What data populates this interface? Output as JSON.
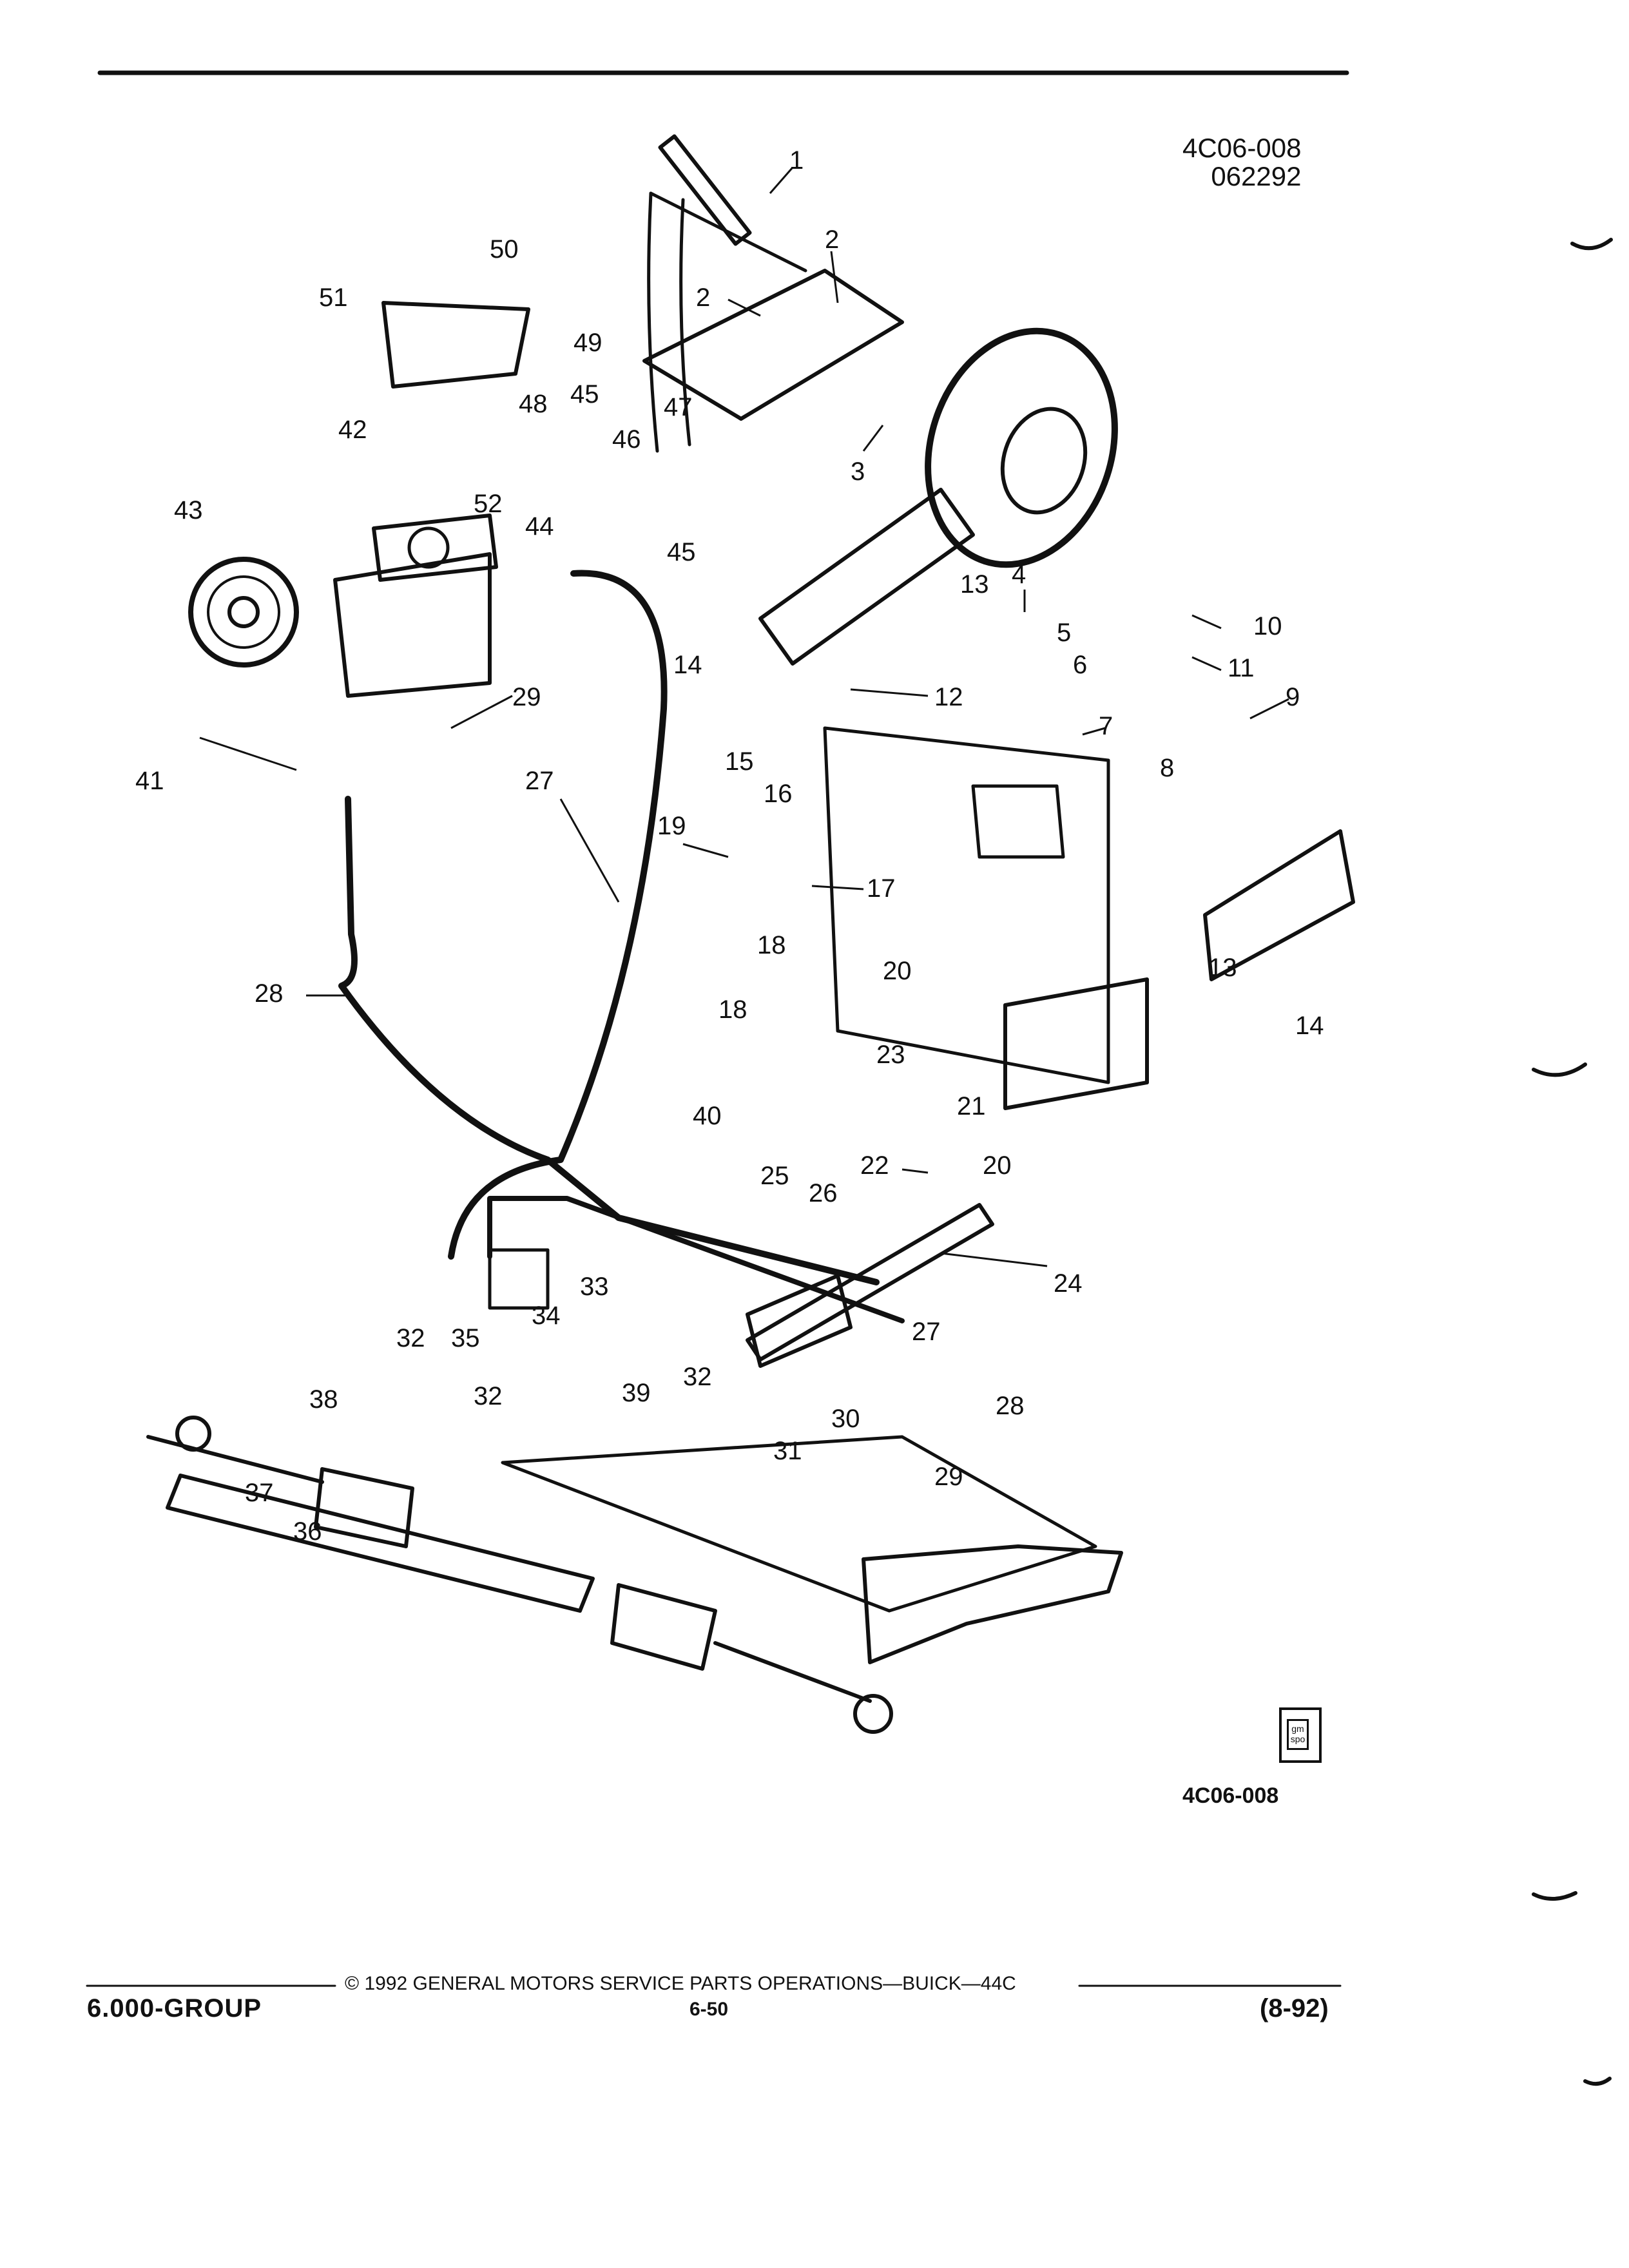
{
  "figure": {
    "id_top_line1": "4C06-008",
    "id_top_line2": "062292",
    "id_bottom": "4C06-008",
    "logo_text": "gm spo"
  },
  "footer": {
    "group": "6.000-GROUP",
    "copyright": "© 1992 GENERAL MOTORS SERVICE PARTS OPERATIONS—BUICK—44C",
    "page": "6-50",
    "date": "(8-92)"
  },
  "callouts": {
    "c1": "1",
    "c2a": "2",
    "c2b": "2",
    "c3": "3",
    "c4": "4",
    "c5": "5",
    "c6": "6",
    "c7": "7",
    "c8": "8",
    "c9": "9",
    "c10": "10",
    "c11": "11",
    "c12": "12",
    "c13a": "13",
    "c13b": "13",
    "c14a": "14",
    "c14b": "14",
    "c15": "15",
    "c16": "16",
    "c17": "17",
    "c18a": "18",
    "c18b": "18",
    "c19": "19",
    "c20a": "20",
    "c20b": "20",
    "c21": "21",
    "c22": "22",
    "c23": "23",
    "c24": "24",
    "c25": "25",
    "c26": "26",
    "c27a": "27",
    "c27b": "27",
    "c28a": "28",
    "c28b": "28",
    "c29a": "29",
    "c29b": "29",
    "c30": "30",
    "c31": "31",
    "c32a": "32",
    "c32b": "32",
    "c32c": "32",
    "c33": "33",
    "c34": "34",
    "c35": "35",
    "c36": "36",
    "c37": "37",
    "c38": "38",
    "c39": "39",
    "c40": "40",
    "c41": "41",
    "c42": "42",
    "c43": "43",
    "c44": "44",
    "c45a": "45",
    "c45b": "45",
    "c46": "46",
    "c47": "47",
    "c48": "48",
    "c49": "49",
    "c50": "50",
    "c51": "51",
    "c52": "52"
  }
}
